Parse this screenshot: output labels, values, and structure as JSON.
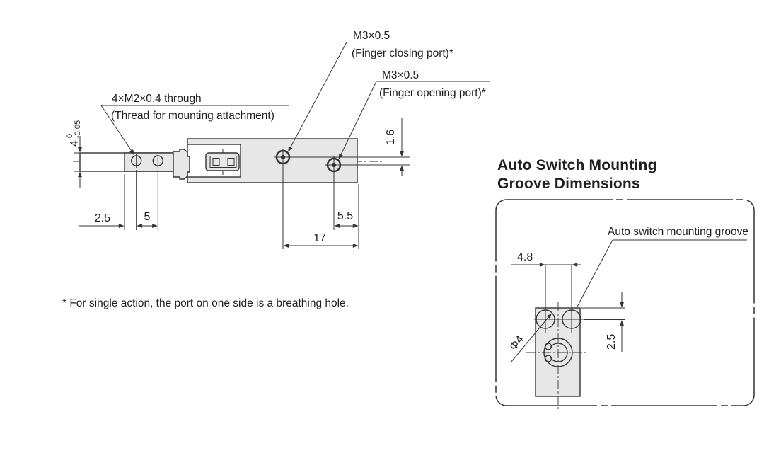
{
  "colors": {
    "line": "#333333",
    "fill_gray": "#e7e7e7",
    "text": "#1f1f1f",
    "background": "#ffffff"
  },
  "left_diagram": {
    "callout_finger_closing": {
      "line1": "M3×0.5",
      "line2": "(Finger closing port)*"
    },
    "callout_finger_opening": {
      "line1": "M3×0.5",
      "line2": "(Finger opening port)*"
    },
    "callout_mounting_thread": {
      "line1": "4×M2×0.4 through",
      "line2": "(Thread for mounting attachment)"
    },
    "dim_rail_height": {
      "value": "4",
      "tol_upper": "0",
      "tol_lower": "-0.05"
    },
    "dim_hole_offset": "2.5",
    "dim_hole_pitch": "5",
    "dim_port_span": "17",
    "dim_port_to_edge": "5.5",
    "dim_port_offset": "1.6",
    "footnote": "* For single action, the port on one side is a breathing hole."
  },
  "right_diagram": {
    "title_line1": "Auto Switch Mounting",
    "title_line2": "Groove Dimensions",
    "groove_label": "Auto switch mounting groove",
    "dim_groove_pitch": "4.8",
    "dim_groove_depth": "2.5",
    "dim_groove_diameter": "Φ4"
  }
}
